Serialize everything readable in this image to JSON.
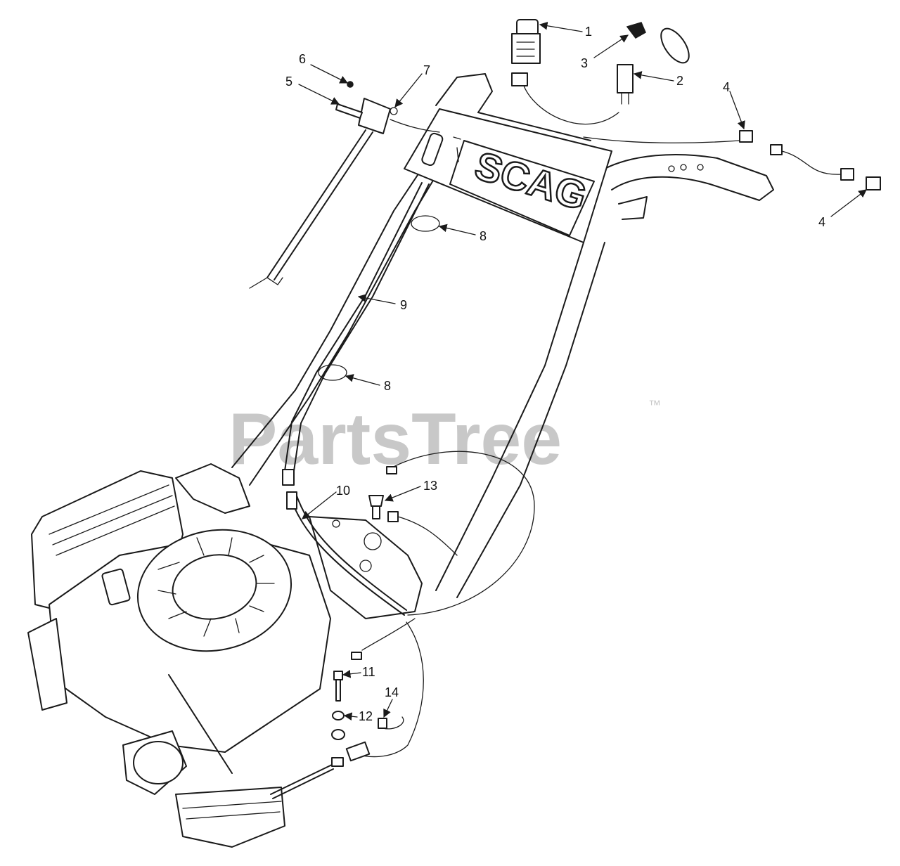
{
  "diagram": {
    "brand_label": "SCAG",
    "watermark": {
      "text": "PartsTree",
      "trademark": "™"
    },
    "callouts": [
      {
        "id": "1",
        "label": "1"
      },
      {
        "id": "2",
        "label": "2"
      },
      {
        "id": "3",
        "label": "3"
      },
      {
        "id": "4a",
        "label": "4"
      },
      {
        "id": "4b",
        "label": "4"
      },
      {
        "id": "5",
        "label": "5"
      },
      {
        "id": "6",
        "label": "6"
      },
      {
        "id": "7",
        "label": "7"
      },
      {
        "id": "8a",
        "label": "8"
      },
      {
        "id": "8b",
        "label": "8"
      },
      {
        "id": "9",
        "label": "9"
      },
      {
        "id": "10",
        "label": "10"
      },
      {
        "id": "11",
        "label": "11"
      },
      {
        "id": "12",
        "label": "12"
      },
      {
        "id": "13",
        "label": "13"
      },
      {
        "id": "14",
        "label": "14"
      }
    ]
  }
}
